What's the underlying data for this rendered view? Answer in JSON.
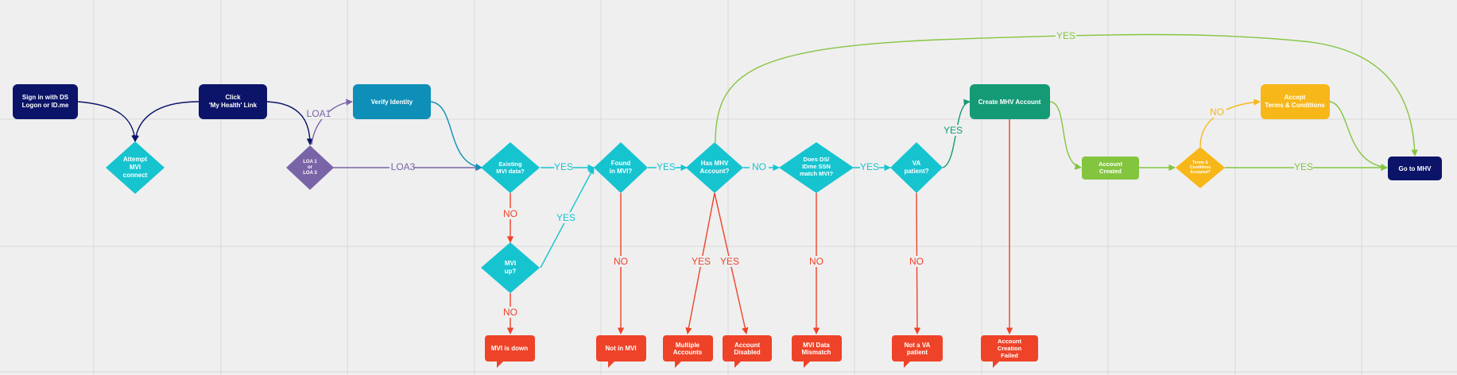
{
  "colors": {
    "navy": "#0b1468",
    "teal": "#16c4d0",
    "blue": "#0e8fb8",
    "purple": "#7a64a8",
    "green_dark": "#159a76",
    "green_light": "#84c540",
    "yellow": "#f7b718",
    "red": "#ee4328",
    "grid": "#dadada",
    "background": "#efefef"
  },
  "nodes": {
    "sign_in": [
      "Sign in with DS",
      "Logon or ID.me"
    ],
    "attempt_mvi": [
      "Attempt",
      "MVI",
      "connect"
    ],
    "click_link": [
      "Click",
      "'My Health' Link"
    ],
    "loa_check": [
      "LOA 1",
      "or",
      "LOA 3"
    ],
    "verify_identity": [
      "Verify Identity"
    ],
    "existing_mvi": [
      "Existing",
      "MVI data?"
    ],
    "mvi_up": [
      "MVI",
      "up?"
    ],
    "mvi_down": [
      "MVI is down"
    ],
    "found_mvi": [
      "Found",
      "in MVI?"
    ],
    "not_in_mvi": [
      "Not in MVI"
    ],
    "has_mhv": [
      "Has MHV",
      "Account?"
    ],
    "multiple_accounts": [
      "Multiple",
      "Accounts"
    ],
    "account_disabled": [
      "Account",
      "Disabled"
    ],
    "ssn_match": [
      "Does DS/",
      "IDme SSN",
      "match MVI?"
    ],
    "mvi_mismatch": [
      "MVI Data",
      "Mismatch"
    ],
    "va_patient": [
      "VA",
      "patient?"
    ],
    "not_va_patient": [
      "Not a VA",
      "patient"
    ],
    "create_account": [
      "Create MHV Account"
    ],
    "creation_failed": [
      "Account",
      "Creation",
      "Failed"
    ],
    "account_created": [
      "Account",
      "Created"
    ],
    "terms_accepted": [
      "Terms &",
      "Conditions",
      "Accepted?"
    ],
    "accept_terms": [
      "Accept",
      "Terms & Conditions"
    ],
    "go_to_mhv": [
      "Go to MHV"
    ]
  },
  "edge_labels": {
    "loa1": "LOA1",
    "loa3": "LOA3",
    "existing_yes": "YES",
    "existing_no": "NO",
    "mvi_up_yes": "YES",
    "mvi_up_no": "NO",
    "found_yes": "YES",
    "found_no": "NO",
    "has_mhv_top_yes": "YES",
    "has_mhv_no": "NO",
    "multiple_yes": "YES",
    "disabled_yes": "YES",
    "ssn_yes": "YES",
    "ssn_no": "NO",
    "va_yes": "YES",
    "va_no": "NO",
    "terms_no": "NO",
    "terms_yes": "YES"
  }
}
